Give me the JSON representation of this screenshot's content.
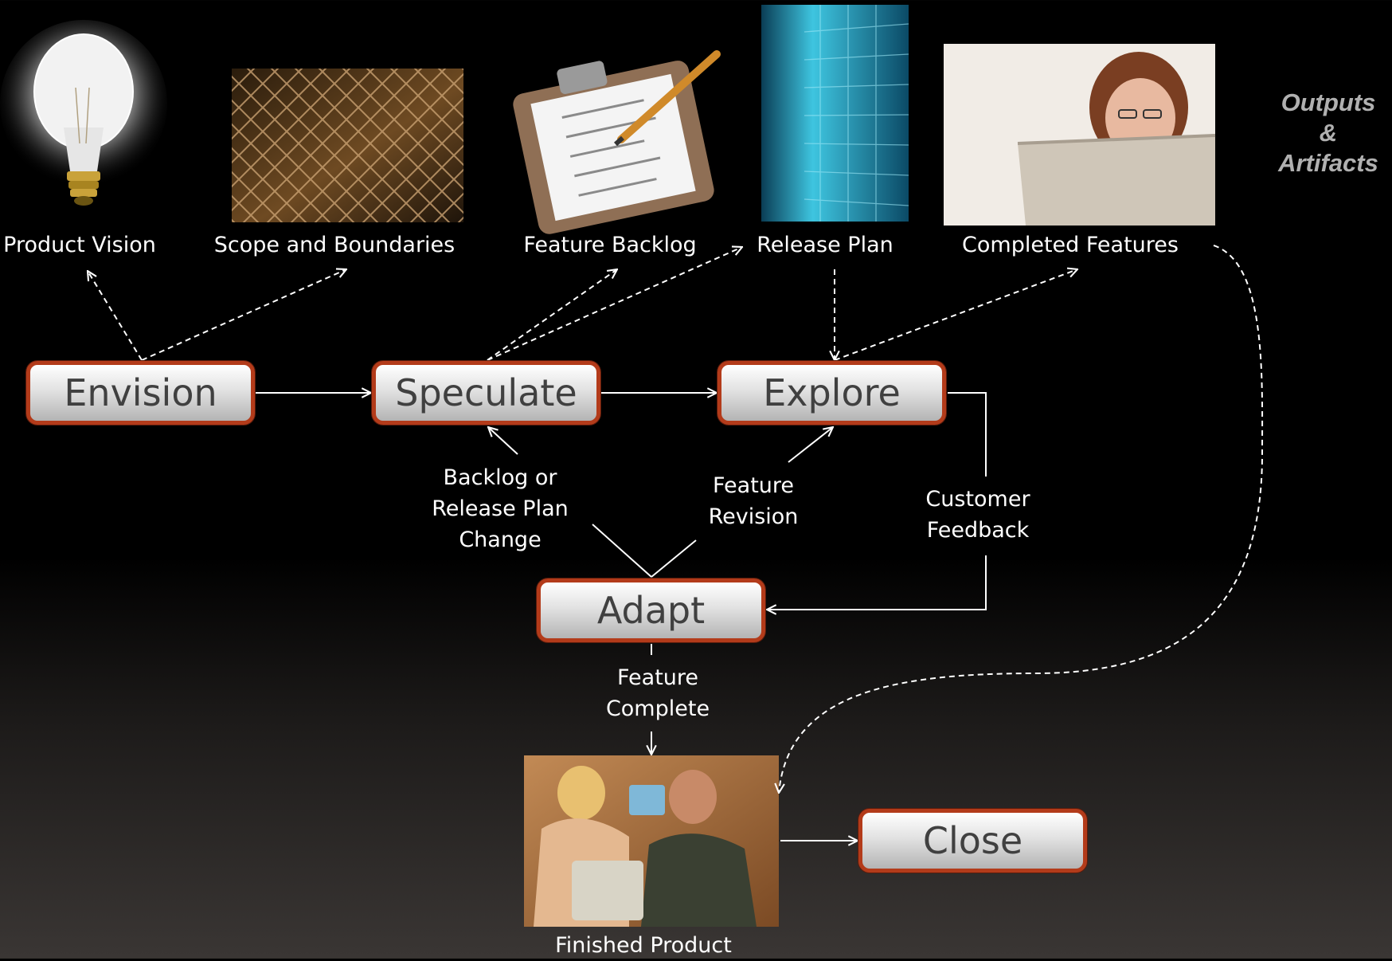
{
  "outputs_heading": [
    "Outputs",
    "&",
    "Artifacts"
  ],
  "artifacts": {
    "product_vision": "Product Vision",
    "scope": "Scope and Boundaries",
    "feature_backlog": "Feature Backlog",
    "release_plan": "Release Plan",
    "completed_features": "Completed Features"
  },
  "phases": {
    "envision": "Envision",
    "speculate": "Speculate",
    "explore": "Explore",
    "adapt": "Adapt",
    "close": "Close"
  },
  "connectors": {
    "backlog_change": [
      "Backlog or",
      "Release Plan",
      "Change"
    ],
    "feature_revision": [
      "Feature",
      "Revision"
    ],
    "customer_feedback": [
      "Customer",
      "Feedback"
    ],
    "feature_complete": [
      "Feature",
      "Complete"
    ]
  },
  "finished_product": "Finished Product",
  "colors": {
    "phase_border": "#b33b1a",
    "arrow": "#ffffff",
    "outputs_text": "#b0b0b0"
  },
  "icons": {
    "product_vision": "light-bulb",
    "scope": "chain-link-fence",
    "feature_backlog": "clipboard-checklist",
    "release_plan": "spreadsheet-screen",
    "completed_features": "woman-at-laptop",
    "finished_product": "people-at-computer"
  }
}
